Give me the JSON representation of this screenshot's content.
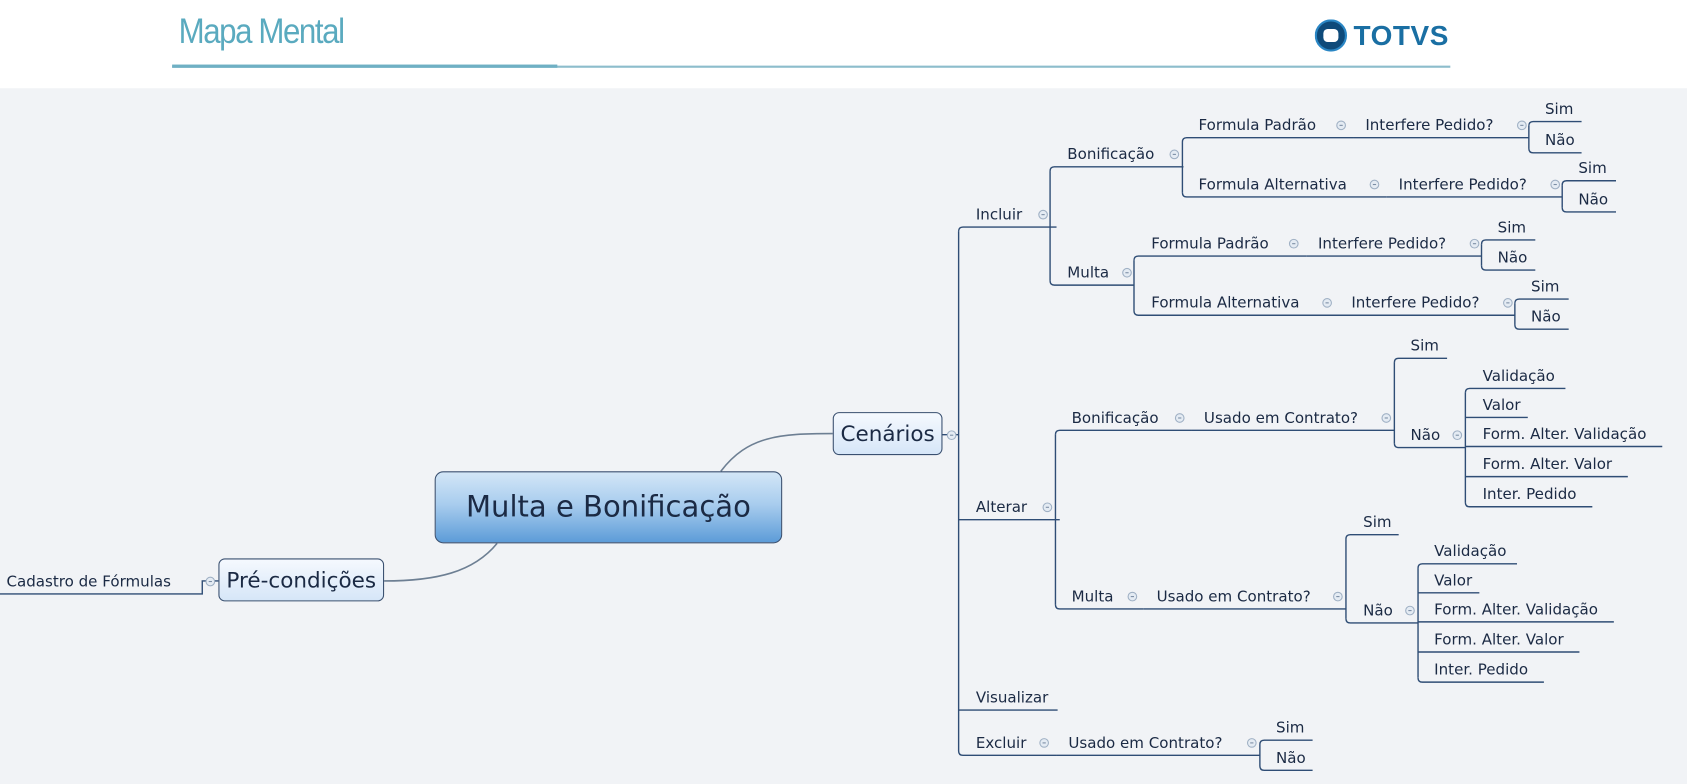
{
  "header": {
    "title": "Mapa Mental",
    "logo": "TOTVS"
  },
  "colors": {
    "title": "#5aaabf",
    "line": "#2f4d75",
    "text": "#1b2a44"
  },
  "central": "Multa e Bonificação",
  "cenarios": "Cenários",
  "precondicoes": "Pré-condições",
  "cadastro": "Cadastro de Fórmulas",
  "nodes": {
    "incluir": "Incluir",
    "alterar": "Alterar",
    "visualizar": "Visualizar",
    "excluir": "Excluir",
    "inc_bon": "Bonificação",
    "inc_bon_fp": "Formula Padrão",
    "inc_bon_fp_ip": "Interfere Pedido?",
    "inc_bon_fp_sim": "Sim",
    "inc_bon_fp_nao": "Não",
    "inc_bon_fa": "Formula Alternativa",
    "inc_bon_fa_ip": "Interfere Pedido?",
    "inc_bon_fa_sim": "Sim",
    "inc_bon_fa_nao": "Não",
    "inc_mul": "Multa",
    "inc_mul_fp": "Formula Padrão",
    "inc_mul_fp_ip": "Interfere Pedido?",
    "inc_mul_fp_sim": "Sim",
    "inc_mul_fp_nao": "Não",
    "inc_mul_fa": "Formula Alternativa",
    "inc_mul_fa_ip": "Interfere Pedido?",
    "inc_mul_fa_sim": "Sim",
    "inc_mul_fa_nao": "Não",
    "alt_bon": "Bonificação",
    "alt_bon_uc": "Usado em Contrato?",
    "alt_bon_sim": "Sim",
    "alt_bon_nao": "Não",
    "alt_bon_val": "Validação",
    "alt_bon_valor": "Valor",
    "alt_bon_fav": "Form. Alter. Validação",
    "alt_bon_favalor": "Form. Alter. Valor",
    "alt_bon_ip": "Inter. Pedido",
    "alt_mul": "Multa",
    "alt_mul_uc": "Usado em Contrato?",
    "alt_mul_sim": "Sim",
    "alt_mul_nao": "Não",
    "alt_mul_val": "Validação",
    "alt_mul_valor": "Valor",
    "alt_mul_fav": "Form. Alter. Validação",
    "alt_mul_favalor": "Form. Alter. Valor",
    "alt_mul_ip": "Inter. Pedido",
    "exc_uc": "Usado em Contrato?",
    "exc_sim": "Sim",
    "exc_nao": "Não"
  }
}
